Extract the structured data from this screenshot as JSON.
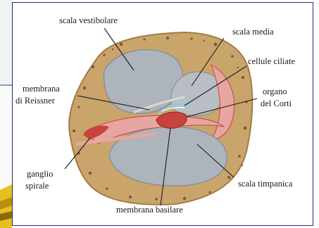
{
  "labels": {
    "scala_vestibolare": "scala vestibolare",
    "scala_media": "scala media",
    "cellule_ciliate": "cellule ciliate",
    "membrana_reissner_1": "membrana",
    "membrana_reissner_2": "di Reissner",
    "organo_corti_1": "organo",
    "organo_corti_2": "del Corti",
    "ganglio_spirale_1": "ganglio",
    "ganglio_spirale_2": "spirale",
    "scala_timpanica": "scala timpanica",
    "membrana_basilare": "membrana basilare"
  },
  "colors": {
    "frame_border": "#1b2f78",
    "bone": "#c9a46b",
    "bone_dark": "#7a5530",
    "chamber": "#aeb4bb",
    "tissue_pink": "#e7a6a1",
    "tissue_red": "#c8433f",
    "cilia_blue": "#8fcbe6"
  }
}
